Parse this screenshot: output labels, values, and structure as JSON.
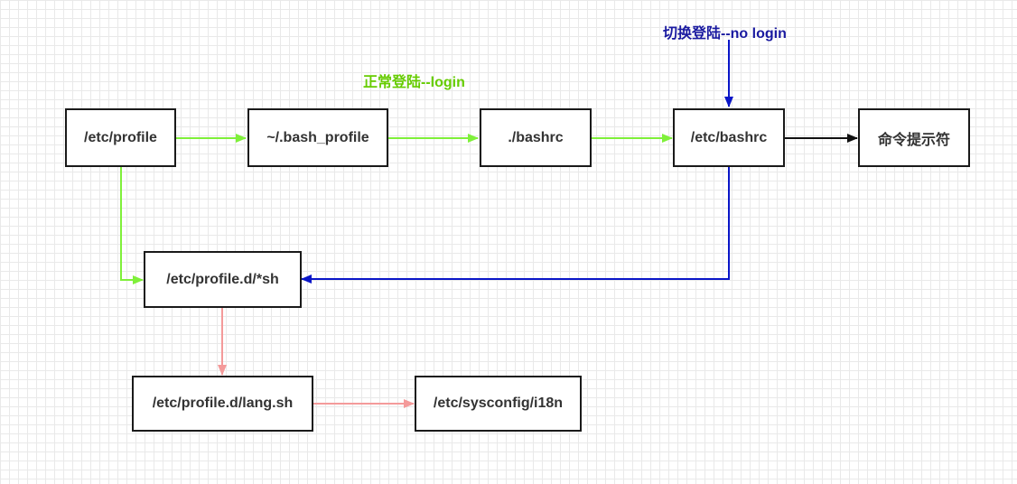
{
  "nodes": {
    "etc_profile": "/etc/profile",
    "bash_profile": "~/.bash_profile",
    "bashrc_local": "./bashrc",
    "etc_bashrc": "/etc/bashrc",
    "prompt": "命令提示符",
    "profile_d_sh": "/etc/profile.d/*sh",
    "profile_d_lang": "/etc/profile.d/lang.sh",
    "sysconfig_i18n": "/etc/sysconfig/i18n"
  },
  "labels": {
    "normal_login": "正常登陆--login",
    "switch_login": "切换登陆--no login"
  },
  "colors": {
    "login_path": "#7ff03a",
    "no_login_path": "#0a16c8",
    "lang_path": "#f49a9a",
    "output": "#111111",
    "normal_login_text": "#66cc00",
    "switch_login_text": "#1a1aa0"
  }
}
